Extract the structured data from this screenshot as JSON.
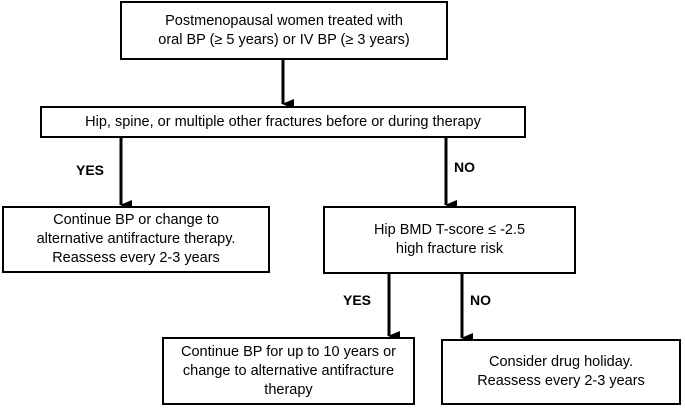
{
  "nodes": {
    "start": "Postmenopausal women treated with\noral BP (≥ 5 years) or IV BP (≥ 3 years)",
    "fracture_question": "Hip, spine, or multiple other fractures before or during therapy",
    "continue_or_change": "Continue BP or change to\nalternative antifracture therapy.\nReassess every 2-3 years",
    "bmd_question": "Hip BMD T-score ≤ -2.5\nhigh fracture risk",
    "continue_up_to_10": "Continue BP for up to 10 years or\nchange to alternative antifracture\ntherapy",
    "drug_holiday": "Consider drug holiday.\nReassess every 2-3 years"
  },
  "edge_labels": {
    "fracture_yes": "YES",
    "fracture_no": "NO",
    "bmd_yes": "YES",
    "bmd_no": "NO"
  }
}
